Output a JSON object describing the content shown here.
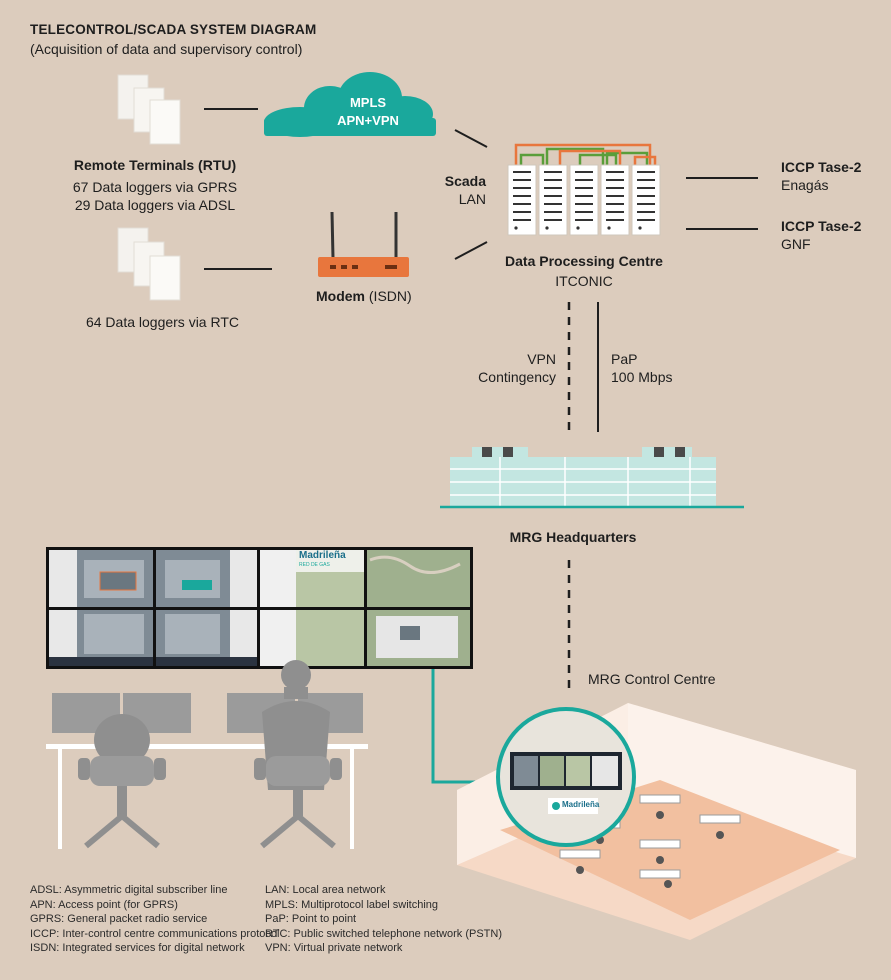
{
  "header": {
    "title": "TELECONTROL/SCADA SYSTEM DIAGRAM",
    "subtitle": "(Acquisition of data and supervisory control)"
  },
  "rtu": {
    "title": "Remote Terminals (RTU)",
    "line1": "67 Data loggers via GPRS",
    "line2": "29  Data loggers via ADSL"
  },
  "rtc": {
    "line": "64 Data loggers via RTC"
  },
  "cloud": {
    "line1": "MPLS",
    "line2": "APN+VPN"
  },
  "modem": {
    "bold": "Modem",
    "normal": "(ISDN)"
  },
  "scada": {
    "line1": "Scada",
    "line2": "LAN"
  },
  "dpc": {
    "title": "Data Processing Centre",
    "subtitle": "ITCONIC"
  },
  "iccp": [
    {
      "title": "ICCP Tase-2",
      "name": "Enagás"
    },
    {
      "title": "ICCP Tase-2",
      "name": "GNF"
    }
  ],
  "links": {
    "vpn_line1": "VPN",
    "vpn_line2": "Contingency",
    "pap_line1": "PaP",
    "pap_line2": "100 Mbps"
  },
  "hq": {
    "title": "MRG Headquarters"
  },
  "control_centre": {
    "label": "MRG Control Centre"
  },
  "brand": {
    "name": "Madrileña",
    "sub": "RED DE GAS"
  },
  "glossary_left": [
    "ADSL: Asymmetric digital subscriber line",
    "APN: Access point (for GPRS)",
    "GPRS: General packet radio service",
    "ICCP: Inter-control centre communications protocol",
    "ISDN: Integrated services for digital network"
  ],
  "glossary_right": [
    "LAN: Local area network",
    "MPLS: Multiprotocol label switching",
    "PaP: Point to point",
    "RTC: Public switched telephone network (PSTN)",
    "VPN: Virtual private network"
  ],
  "colors": {
    "background": "#dcccbd",
    "teal": "#1aa89c",
    "orange": "#e8763d",
    "green": "#5a9e3a",
    "building": "#c3e6e1"
  }
}
